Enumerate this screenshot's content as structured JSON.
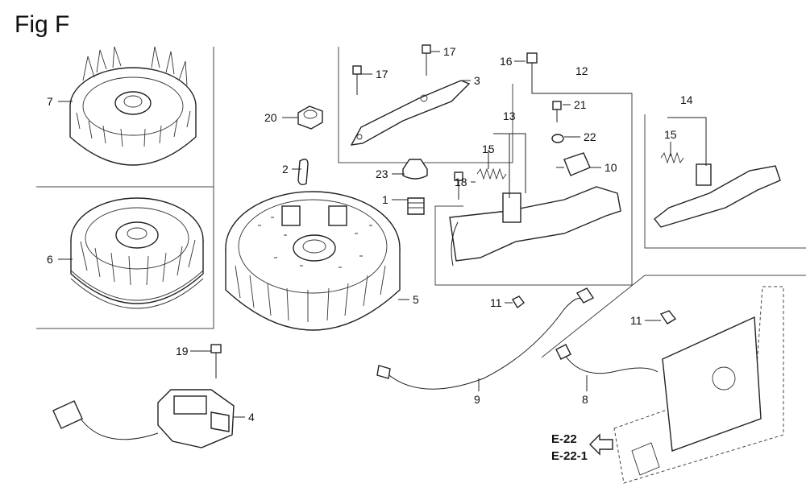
{
  "figure": {
    "title": "Fig F"
  },
  "callouts": {
    "c1": "1",
    "c2": "2",
    "c3": "3",
    "c4": "4",
    "c5": "5",
    "c6": "6",
    "c7": "7",
    "c8": "8",
    "c9": "9",
    "c10": "10",
    "c11a": "11",
    "c11b": "11",
    "c12": "12",
    "c13": "13",
    "c14": "14",
    "c15a": "15",
    "c15b": "15",
    "c16": "16",
    "c17a": "17",
    "c17b": "17",
    "c18": "18",
    "c19": "19",
    "c20": "20",
    "c21": "21",
    "c22": "22",
    "c23": "23"
  },
  "references": {
    "r1": "E-22",
    "r2": "E-22-1"
  }
}
